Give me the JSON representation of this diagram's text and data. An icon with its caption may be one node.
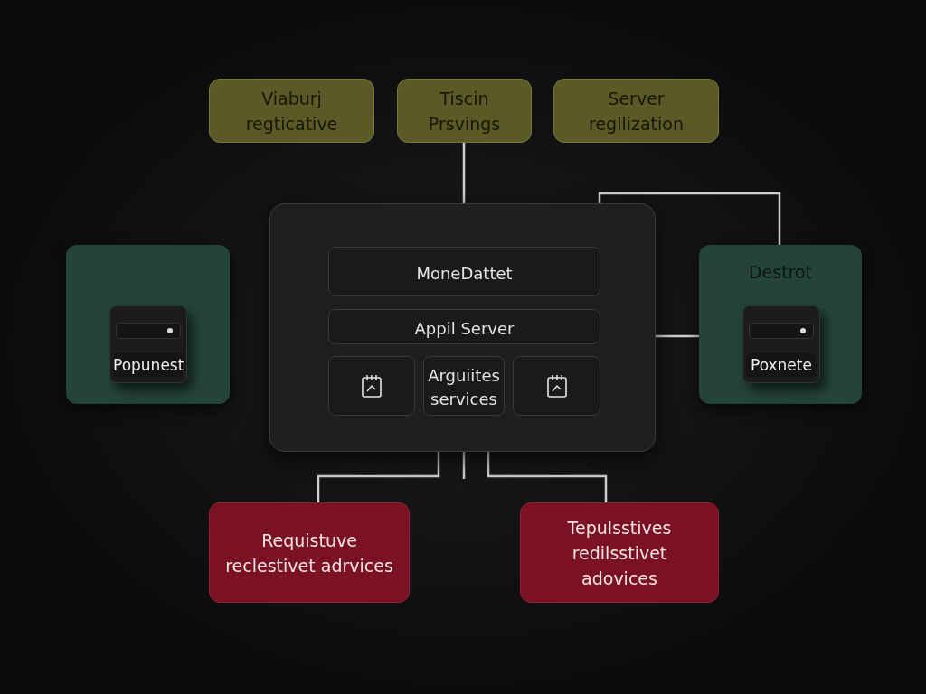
{
  "diagram": {
    "nodes": [
      {
        "text": [
          "Viaburj regticative"
        ]
      },
      {
        "text": [
          "Tiscin Prsvings"
        ]
      },
      {
        "text": [
          "Server regllization"
        ]
      },
      {
        "text": [],
        "shape": "box"
      },
      {
        "text": [
          "Popunest"
        ],
        "in": 3
      },
      {
        "text": [],
        "shape": "box"
      },
      {
        "text": [
          "MoneDattet"
        ],
        "in": 5
      },
      {
        "text": [
          "Appil Server"
        ],
        "in": 5
      },
      {
        "text": [],
        "shape": "box",
        "in": 5
      },
      {
        "text": [
          "Arguiites services"
        ],
        "in": 5
      },
      {
        "text": [],
        "shape": "box",
        "in": 5
      },
      {
        "text": [
          "Destrot"
        ]
      },
      {
        "text": [
          "Poxnete"
        ],
        "in": 11
      },
      {
        "text": [
          "Requistuve reclestivet adrvices"
        ]
      },
      {
        "text": [
          "Tepulsstives redilsstivet adovices"
        ]
      }
    ],
    "edges": [
      {
        "from": 1,
        "to": 5,
        "arrow": "none"
      },
      {
        "from": 5,
        "to": 11,
        "arrow": "none"
      },
      {
        "from": 5,
        "to": 11,
        "arrow": "none"
      },
      {
        "from": 5,
        "to": 13,
        "arrow": "none"
      },
      {
        "from": 5,
        "to": 14,
        "arrow": "none"
      },
      {
        "from": 5,
        "to": null,
        "arrow": "none"
      }
    ]
  }
}
